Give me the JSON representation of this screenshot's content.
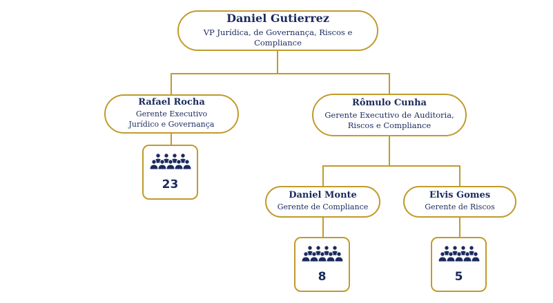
{
  "colors": {
    "accent": "#c09a2b",
    "text": "#1b2a5e"
  },
  "root": {
    "name": "Daniel Gutierrez",
    "role": "VP Jurídica, de Governança, Riscos e Compliance"
  },
  "rafael": {
    "name": "Rafael Rocha",
    "role_line1": "Gerente Executivo",
    "role_line2": "Jurídico e Governança",
    "headcount": "23",
    "icon": "people-group-icon"
  },
  "romulo": {
    "name": "Rômulo Cunha",
    "role_line1": "Gerente Executivo de Auditoria,",
    "role_line2": "Riscos e Compliance"
  },
  "monte": {
    "name": "Daniel Monte",
    "role": "Gerente de Compliance",
    "headcount": "8",
    "icon": "people-group-icon"
  },
  "elvis": {
    "name": "Elvis Gomes",
    "role": "Gerente de Riscos",
    "headcount": "5",
    "icon": "people-group-icon"
  }
}
